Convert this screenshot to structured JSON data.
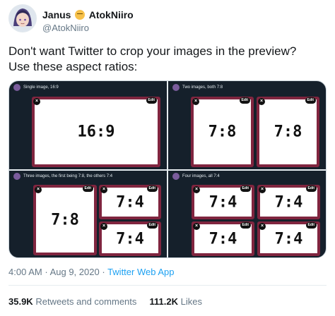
{
  "user": {
    "display_name_1": "Janus",
    "display_name_2": "AtokNiiro",
    "handle": "@AtokNiiro"
  },
  "tweet": {
    "line1": "Don't want Twitter to crop your images in the preview?",
    "line2": "Use these aspect ratios:"
  },
  "panels": {
    "p1": {
      "caption": "Single image, 16:9",
      "edit": "Edit",
      "ratio": "16:9"
    },
    "p2": {
      "caption": "Two images, both 7:8",
      "edit": "Edit",
      "ratios": [
        "7:8",
        "7:8"
      ]
    },
    "p3": {
      "caption": "Three images, the first being 7:8, the others 7:4",
      "edit": "Edit",
      "ratios": [
        "7:8",
        "7:4",
        "7:4"
      ]
    },
    "p4": {
      "caption": "Four images, all 7:4",
      "edit": "Edit",
      "ratios": [
        "7:4",
        "7:4",
        "7:4",
        "7:4"
      ]
    }
  },
  "meta": {
    "time": "4:00 AM",
    "dot": "·",
    "date": "Aug 9, 2020",
    "source": "Twitter Web App"
  },
  "stats": {
    "retweets_count": "35.9K",
    "retweets_label": "Retweets and comments",
    "likes_count": "111.2K",
    "likes_label": "Likes"
  },
  "colors": {
    "frame": "#80253f",
    "panel_bg": "#15202b",
    "link": "#1da1f2"
  }
}
